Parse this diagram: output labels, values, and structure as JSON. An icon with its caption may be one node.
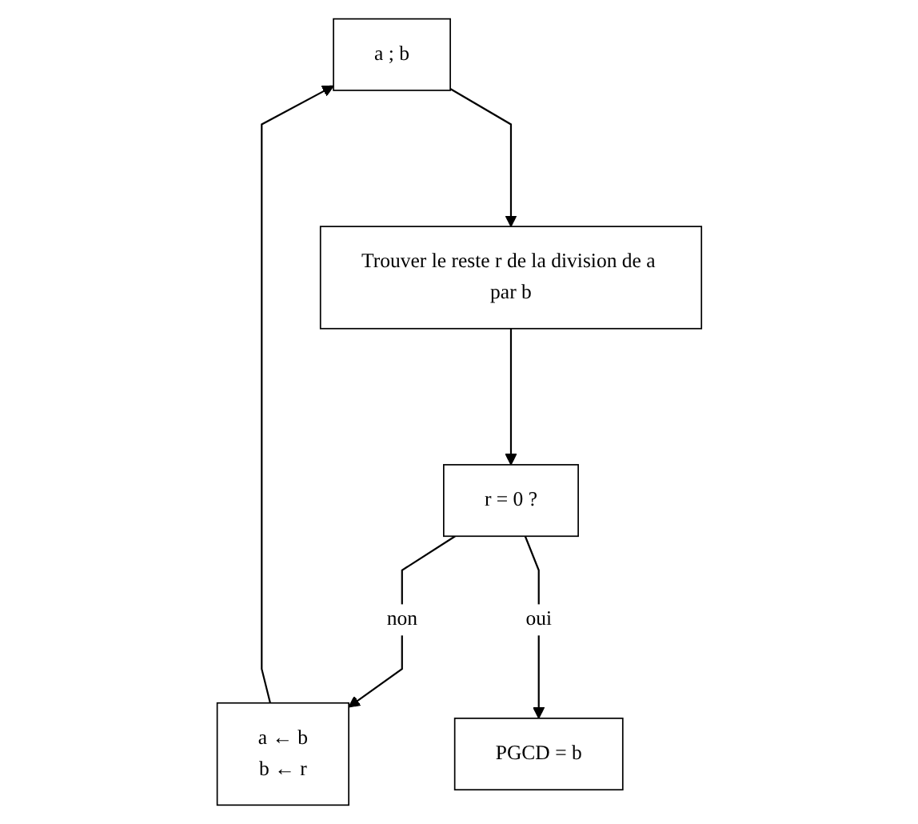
{
  "diagram": {
    "nodes": [
      {
        "text": [
          "a ; b"
        ]
      },
      {
        "text": [
          "a ← b",
          "b ← r"
        ]
      },
      {
        "text": [
          "Trouver le reste r de la division de a par b"
        ]
      },
      {
        "text": [
          "r = 0 ?"
        ]
      },
      {
        "text": [
          "PGCD = b"
        ]
      }
    ],
    "edges": [
      {
        "from": 0,
        "to": 2,
        "arrow": "to"
      },
      {
        "from": 2,
        "to": 3,
        "arrow": "to"
      },
      {
        "from": 3,
        "to": 1,
        "arrow": "to",
        "label": "non"
      },
      {
        "from": 3,
        "to": 4,
        "arrow": "to",
        "label": "oui"
      },
      {
        "from": 1,
        "to": 0,
        "arrow": "to"
      }
    ]
  }
}
